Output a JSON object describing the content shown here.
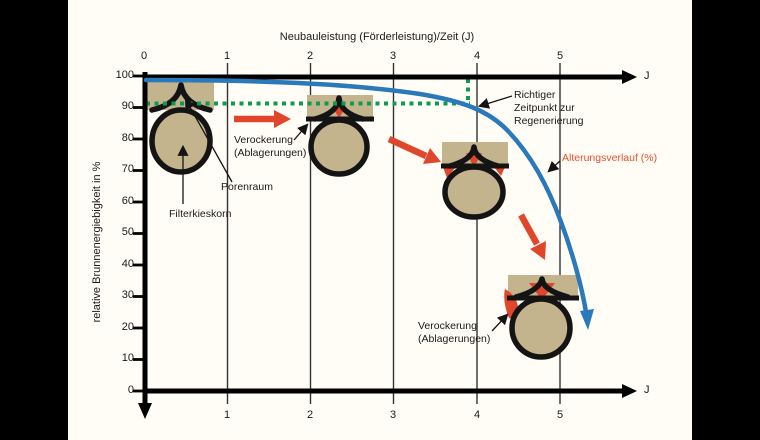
{
  "title": "Neubauleistung (Förderleistung)/Zeit (J)",
  "axes": {
    "y": {
      "label": "relative Brunnenergiebigkeit in %",
      "ticks": [
        "100",
        "90",
        "80",
        "70",
        "60",
        "50",
        "40",
        "30",
        "20",
        "10",
        "0"
      ]
    },
    "x_top": {
      "ticks": [
        "0",
        "1",
        "2",
        "3",
        "4",
        "5"
      ],
      "unit": "J"
    },
    "x_bottom": {
      "ticks": [
        "1",
        "2",
        "3",
        "4",
        "5"
      ],
      "unit": "J"
    }
  },
  "labels": {
    "regeneration_line1": "Richtiger",
    "regeneration_line2": "Zeitpunkt zur",
    "regeneration_line3": "Regenerierung",
    "aging_curve": "Alterungsverlauf (%)",
    "clogging_top_line1": "Verockerung",
    "clogging_top_line2": "(Ablagerungen)",
    "clogging_bottom_line1": "Verockerung",
    "clogging_bottom_line2": "(Ablagerungen)",
    "pore_space": "Porenraum",
    "gravel_grain": "Filterkieskorn"
  },
  "colors": {
    "blue": "#2a79ba",
    "green": "#0c9c4f",
    "red": "#e0462c",
    "label_red": "#e8502c",
    "tan": "#c4b48e",
    "black": "#141414",
    "background": "#fffdf6",
    "frame": "#000000"
  },
  "chart_data": {
    "type": "line",
    "title": "Neubauleistung (Förderleistung)/Zeit (J)",
    "xlabel": "Zeit (J)",
    "ylabel": "relative Brunnenergiebigkeit in %",
    "xlim": [
      0,
      5.5
    ],
    "ylim": [
      0,
      100
    ],
    "x_ticks": [
      0,
      1,
      2,
      3,
      4,
      5
    ],
    "y_ticks": [
      0,
      10,
      20,
      30,
      40,
      50,
      60,
      70,
      80,
      90,
      100
    ],
    "grid": "vertical-gridlines-only",
    "legend_position": "none",
    "series": [
      {
        "name": "Alterungsverlauf (%)",
        "color": "#2a79ba",
        "x": [
          0,
          1,
          2,
          3,
          3.4,
          3.9,
          4.3,
          4.6,
          4.8,
          5.0,
          5.15,
          5.33
        ],
        "y": [
          100,
          99.5,
          98.5,
          96,
          94,
          90,
          86,
          79,
          68,
          56,
          43,
          21
        ]
      }
    ],
    "annotations": [
      {
        "text": "Richtiger Zeitpunkt zur Regenerierung",
        "x": 3.9,
        "y": 90,
        "marker": "green dotted lines from top axis and y=90 meeting the curve"
      },
      {
        "text": "Alterungsverlauf (%)",
        "color": "#e8502c",
        "points_to": "curve"
      },
      {
        "text": "Verockerung (Ablagerungen)",
        "points_to": "grain illustration 2"
      },
      {
        "text": "Verockerung (Ablagerungen)",
        "points_to": "grain illustration 4"
      },
      {
        "text": "Porenraum",
        "points_to": "pore space of grain illustration 1"
      },
      {
        "text": "Filterkieskorn",
        "points_to": "gravel grain circle of illustration 1"
      }
    ]
  }
}
